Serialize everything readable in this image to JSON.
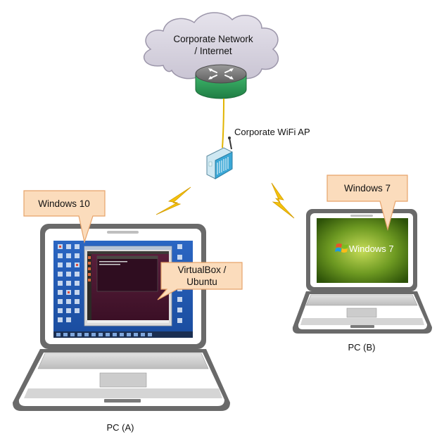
{
  "cloud": {
    "line1": "Corporate Network",
    "line2": "/ Internet"
  },
  "router": {
    "icon": "router-icon",
    "color": "#2e9e5a"
  },
  "wifi_ap": {
    "label": "Corporate WiFi AP",
    "icon": "wifi-access-point-icon"
  },
  "pc_a": {
    "label": "PC (A)",
    "os_callout": "Windows 10",
    "vm_callout_line1": "VirtualBox /",
    "vm_callout_line2": "Ubuntu"
  },
  "pc_b": {
    "label": "PC (B)",
    "os_callout": "Windows 7",
    "screen_logo": "Windows 7"
  },
  "colors": {
    "callout_fill": "#fbdcbc",
    "callout_stroke": "#e7a36a",
    "lightning": "#f4c20d",
    "cloud": "#d6d2df"
  }
}
